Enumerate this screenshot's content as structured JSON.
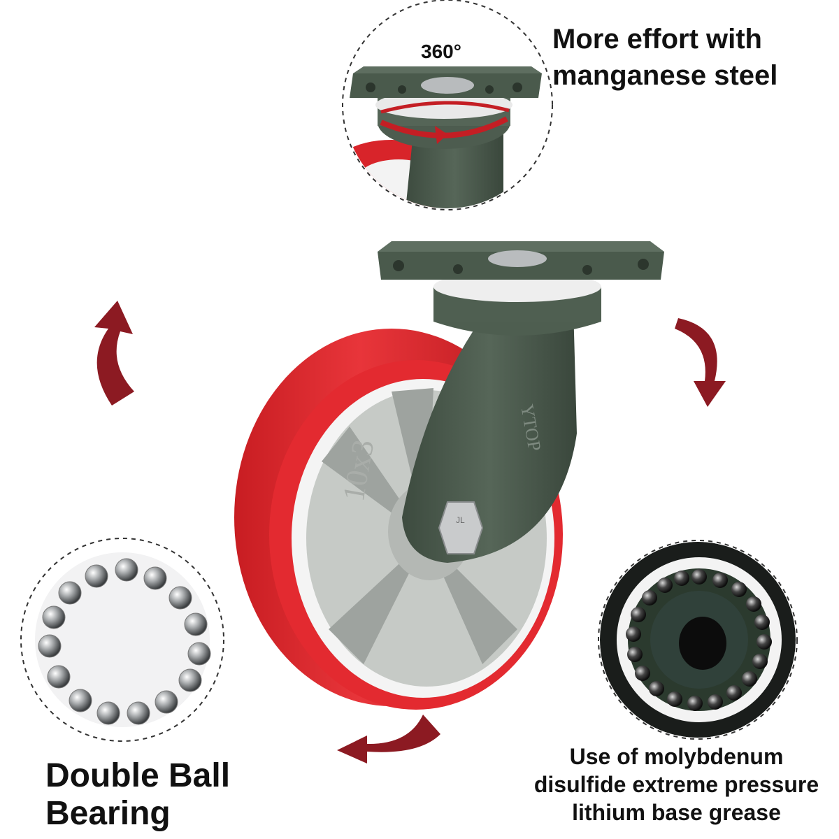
{
  "top_callout": {
    "angle_label": "360°",
    "line1": "More effort with",
    "line2": "manganese steel"
  },
  "left_callout": {
    "line1": "Double Ball",
    "line2": "Bearing"
  },
  "right_callout": {
    "line1": "Use of molybdenum",
    "line2": "disulfide extreme pressure",
    "line3": "lithium base grease"
  },
  "wheel_markings": {
    "size_mark": "10x3",
    "brand_mark": "YTOP",
    "bolt_mark": "JL"
  },
  "colors": {
    "tread_red": "#d8242a",
    "body_green": "#4a5a4c",
    "hub_grey": "#c6cac6",
    "arrow_red": "#8c1a22"
  },
  "icons": [
    "rotate-arrow-icon"
  ]
}
